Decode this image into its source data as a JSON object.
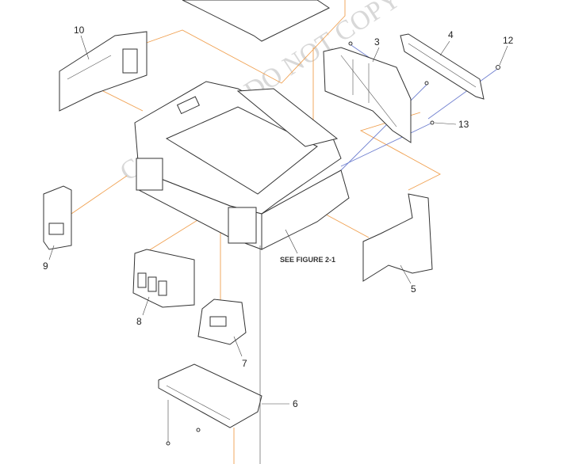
{
  "diagram": {
    "watermark": "Confidential, DO NOT COPY",
    "reference_note": "SEE FIGURE 2-1",
    "callouts": [
      {
        "id": "c10",
        "text": "10"
      },
      {
        "id": "c3",
        "text": "3"
      },
      {
        "id": "c4",
        "text": "4"
      },
      {
        "id": "c12",
        "text": "12"
      },
      {
        "id": "c13",
        "text": "13"
      },
      {
        "id": "c9",
        "text": "9"
      },
      {
        "id": "c5",
        "text": "5"
      },
      {
        "id": "c8",
        "text": "8"
      },
      {
        "id": "c7",
        "text": "7"
      },
      {
        "id": "c6",
        "text": "6"
      }
    ],
    "colors": {
      "leader_orange": "#f0a050",
      "leader_blue": "#7080d0",
      "line": "#333333"
    }
  }
}
